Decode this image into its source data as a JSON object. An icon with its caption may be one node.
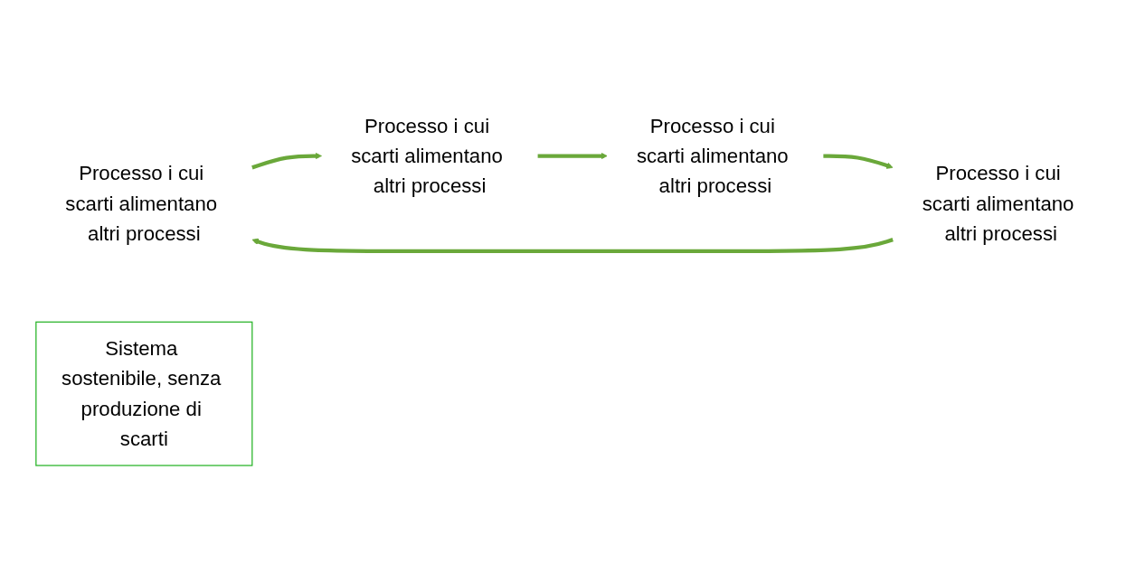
{
  "diagram": {
    "nodes": [
      {
        "text": [
          "Processo i cui scarti alimentano altri processi"
        ]
      },
      {
        "text": [
          "Processo i cui scarti alimentano altri processi"
        ]
      },
      {
        "text": [
          "Processo i cui scarti alimentano altri processi"
        ]
      },
      {
        "text": [
          "Processo i cui scarti alimentano altri processi"
        ]
      },
      {
        "text": [
          "Sistema sostenibile, senza produzione di scarti"
        ]
      }
    ],
    "edges": [
      {
        "from": 0,
        "to": 1,
        "arrow": "to"
      },
      {
        "from": 1,
        "to": 2,
        "arrow": "to"
      },
      {
        "from": 2,
        "to": 3,
        "arrow": "to"
      },
      {
        "from": 3,
        "to": 0,
        "arrow": "to"
      }
    ]
  }
}
